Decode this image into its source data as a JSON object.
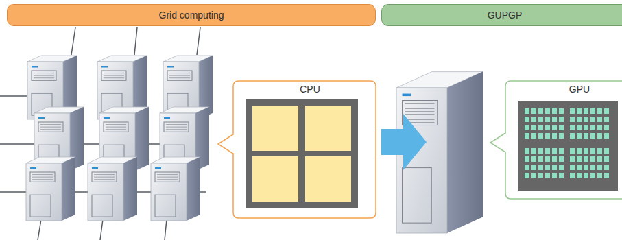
{
  "diagram": {
    "nodes": [
      {
        "text": [
          "Grid computing"
        ]
      },
      {
        "text": [
          "GUPGP"
        ]
      },
      {
        "text": [
          "CPU"
        ]
      },
      {
        "text": [
          "GPU"
        ]
      }
    ]
  }
}
